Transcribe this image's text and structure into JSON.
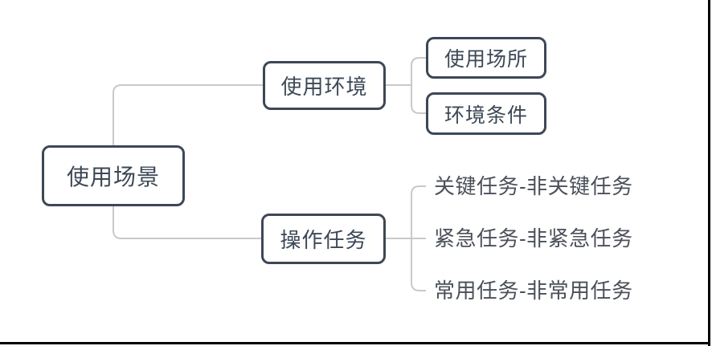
{
  "diagram": {
    "type": "mindmap",
    "root": {
      "label": "使用场景"
    },
    "branches": [
      {
        "label": "使用环境",
        "children": [
          {
            "label": "使用场所"
          },
          {
            "label": "环境条件"
          }
        ]
      },
      {
        "label": "操作任务",
        "children": [
          {
            "label": "关键任务-非关键任务"
          },
          {
            "label": "紧急任务-非紧急任务"
          },
          {
            "label": "常用任务-非常用任务"
          }
        ]
      }
    ],
    "colors": {
      "node_border": "#3d4856",
      "node_text": "#3d4856",
      "connector": "#c9c9c9",
      "leaf_text": "#4b5059",
      "edge_line": "#000000",
      "canvas_bg": "#ffffff"
    }
  }
}
